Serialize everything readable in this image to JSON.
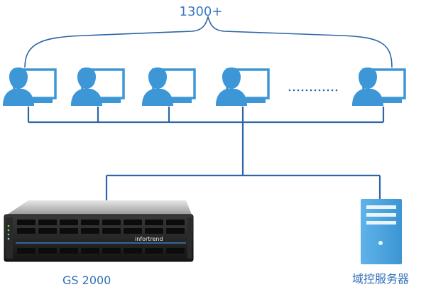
{
  "count_label": "1300+",
  "storage": {
    "name": "GS 2000",
    "brand": "infortrend"
  },
  "server": {
    "name": "域控服务器"
  },
  "colors": {
    "line": "#2e64a8",
    "client": "#3d97d6",
    "monitor": "#3d97d6",
    "server": "#4aa3df",
    "text": "#3b78c2"
  },
  "icons": [
    "user-workstation-icon",
    "ellipsis-dots",
    "storage-array-icon",
    "tower-server-icon"
  ]
}
